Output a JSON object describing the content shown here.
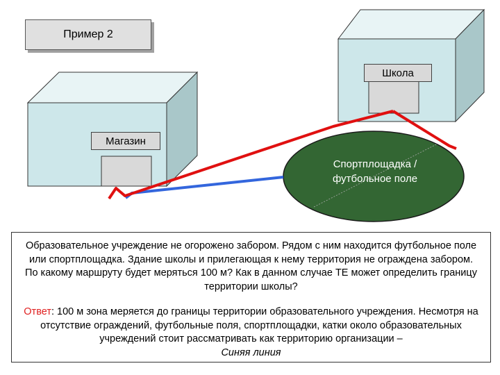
{
  "example_label": "Пример 2",
  "buildings": {
    "school_label": "Школа",
    "store_label": "Магазин"
  },
  "sports_field": {
    "line1": "Спортплощадка /",
    "line2": "футбольное поле"
  },
  "description": {
    "question": "Образовательное учреждение не огорожено забором. Рядом с ним находится футбольное поле или спортплощадка. Здание школы и прилегающая к нему территория не ограждена забором. По какому маршруту будет меряться 100 м? Как в данном случае ТЕ может определить границу территории школы?",
    "answer_label": "Ответ",
    "answer_colon": ":",
    "answer_text": " 100 м зона меряется до границы территории образовательного учреждения. Несмотря на отсутствие ограждений, футбольные поля, спортплощадки, катки около образовательных учреждений стоит рассматривать как территорию организации –",
    "answer_emphasis": "Синяя линия"
  },
  "colors": {
    "building_front": "#cde7ea",
    "building_side": "#a9c7c9",
    "door": "#d9d9d9",
    "field": "#336633",
    "red_route": "#e01010",
    "blue_route": "#3366dd",
    "answer_label": "#e02020"
  }
}
